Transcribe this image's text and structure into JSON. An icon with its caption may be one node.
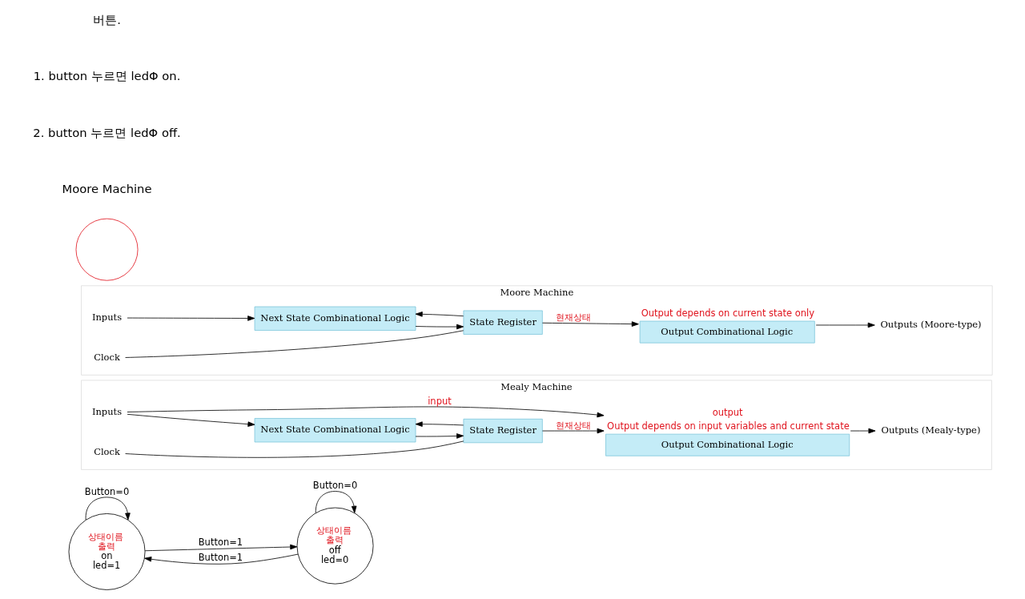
{
  "diagram": {
    "nodes": [
      {
        "text": [
          "상태이름",
          "출력",
          "on",
          "led=1"
        ]
      },
      {
        "text": [
          "상태이름",
          "출력",
          "off",
          "led=0"
        ]
      },
      {
        "text": [
          "Mealy Machine"
        ]
      },
      {
        "text": [
          "Inputs"
        ],
        "in": 2
      },
      {
        "text": [
          "Next State Combinational Logic"
        ],
        "in": 2
      },
      {
        "text": [
          "State Register"
        ],
        "in": 2
      },
      {
        "text": [
          "Clock"
        ],
        "in": 2
      },
      {
        "text": [
          "Output Combinational Logic"
        ],
        "in": 2,
        "beside": [
          "output",
          "Output depends on input variables and current state"
        ]
      },
      {
        "text": [
          "Outputs (Mealy-type)"
        ],
        "in": 2
      },
      {
        "text": [
          "Moore Machine"
        ]
      },
      {
        "text": [
          "Inputs"
        ],
        "in": 9
      },
      {
        "text": [
          "Next State Combinational Logic"
        ],
        "in": 9
      },
      {
        "text": [
          "State Register"
        ],
        "in": 9
      },
      {
        "text": [
          "Clock"
        ],
        "in": 9
      },
      {
        "text": [
          "Output Combinational Logic"
        ],
        "in": 9,
        "beside": [
          "Output depends on current state only"
        ]
      },
      {
        "text": [
          "Outputs (Moore-type)"
        ],
        "in": 9
      },
      {
        "text": [],
        "shape": "circle"
      }
    ],
    "edges": [
      {
        "from": 0,
        "to": 0,
        "arrow": "to",
        "label": "Button=0"
      },
      {
        "from": 0,
        "to": 1,
        "arrow": "to",
        "label": "Button=1"
      },
      {
        "from": 1,
        "to": 0,
        "arrow": "to",
        "label": "Button=1"
      },
      {
        "from": 1,
        "to": 1,
        "arrow": "to",
        "label": "Button=0"
      },
      {
        "from": 3,
        "to": 4,
        "arrow": "to"
      },
      {
        "from": 3,
        "to": 7,
        "arrow": "to",
        "label": "input"
      },
      {
        "from": 4,
        "to": 5,
        "arrow": "to"
      },
      {
        "from": 5,
        "to": 7,
        "arrow": "to",
        "label": "현재상태"
      },
      {
        "from": 5,
        "to": 4,
        "arrow": "to"
      },
      {
        "from": 6,
        "to": 5,
        "arrow": "none"
      },
      {
        "from": 7,
        "to": 8,
        "arrow": "to"
      },
      {
        "from": 10,
        "to": 11,
        "arrow": "to"
      },
      {
        "from": 11,
        "to": 12,
        "arrow": "to"
      },
      {
        "from": 12,
        "to": 14,
        "arrow": "to",
        "label": "현재상태"
      },
      {
        "from": 12,
        "to": 11,
        "arrow": "to"
      },
      {
        "from": 13,
        "to": 12,
        "arrow": "none"
      },
      {
        "from": 14,
        "to": 15,
        "arrow": "to"
      }
    ],
    "labels": [
      "버튼.",
      "1. button 누르면 ledΦ on.",
      "2. button 누르면 ledΦ off.",
      "Moore Machine"
    ]
  }
}
